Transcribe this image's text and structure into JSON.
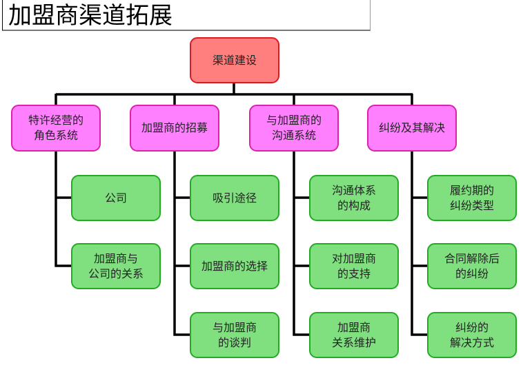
{
  "title": "加盟商渠道拓展",
  "colors": {
    "root_fill": "#ff7f7f",
    "root_border": "#dd1a22",
    "branch_fill": "#ff80ff",
    "branch_border": "#dd22aa",
    "leaf_fill": "#80e080",
    "leaf_border": "#22aa22",
    "connector": "#000000"
  },
  "root": {
    "label": "渠道建设"
  },
  "branches": [
    {
      "label": "特许经营的\n角色系统",
      "children": [
        {
          "label": "公司"
        },
        {
          "label": "加盟商与\n公司的关系"
        }
      ]
    },
    {
      "label": "加盟商的招募",
      "children": [
        {
          "label": "吸引途径"
        },
        {
          "label": "加盟商的选择"
        },
        {
          "label": "与加盟商\n的谈判"
        }
      ]
    },
    {
      "label": "与加盟商的\n沟通系统",
      "children": [
        {
          "label": "沟通体系\n的构成"
        },
        {
          "label": "对加盟商\n的支持"
        },
        {
          "label": "加盟商\n关系维护"
        }
      ]
    },
    {
      "label": "纠纷及其解决",
      "children": [
        {
          "label": "履约期的\n纠纷类型"
        },
        {
          "label": "合同解除后\n的纠纷"
        },
        {
          "label": "纠纷的\n解决方式"
        }
      ]
    }
  ]
}
